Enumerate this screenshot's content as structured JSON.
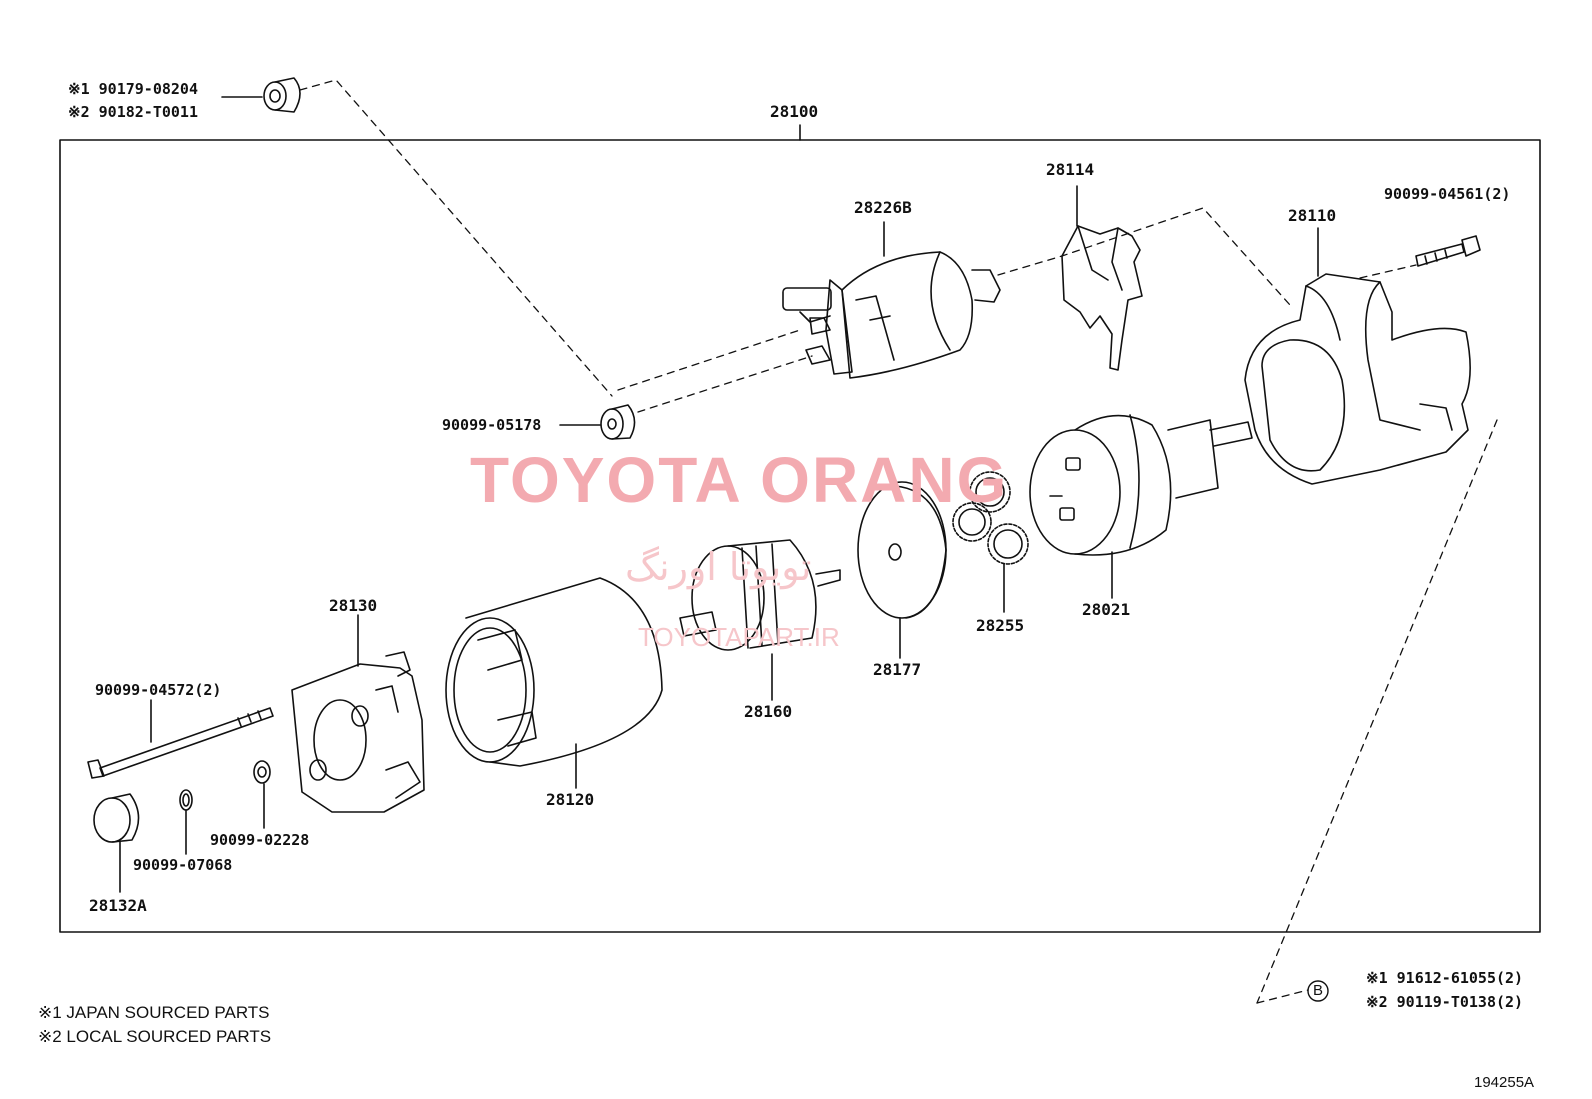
{
  "assembly_label": "28100",
  "part_labels": {
    "p28226B": "28226B",
    "p28114": "28114",
    "p28110": "28110",
    "p90099_04561": "90099-04561(2)",
    "p90099_05178": "90099-05178",
    "p28021": "28021",
    "p28255": "28255",
    "p28177": "28177",
    "p28160": "28160",
    "p28120": "28120",
    "p28130": "28130",
    "p90099_04572": "90099-04572(2)",
    "p90099_02228": "90099-02228",
    "p90099_07068": "90099-07068",
    "p28132A": "28132A"
  },
  "top_left_parts": [
    "※1 90179-08204",
    "※2 90182-T0011"
  ],
  "bottom_right_parts": [
    "※1 91612-61055(2)",
    "※2 90119-T0138(2)"
  ],
  "bolt_marker": "B",
  "notes": [
    "※1 JAPAN SOURCED PARTS",
    "※2 LOCAL SOURCED PARTS"
  ],
  "figure_ref": "194255A",
  "watermark": {
    "main": "TOYOTA ORANG",
    "persian": "تویوتا اورنگ",
    "url": "TOYOTAPART.IR"
  }
}
